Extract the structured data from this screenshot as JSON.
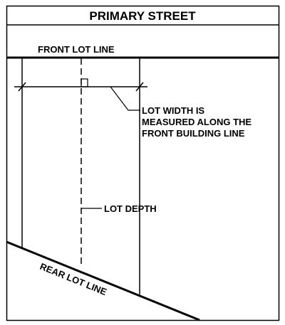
{
  "diagram": {
    "street_label": "PRIMARY STREET",
    "front_lot_line_label": "FRONT LOT LINE",
    "lot_width_note": {
      "line1": "LOT WIDTH IS",
      "line2": "MEASURED ALONG THE",
      "line3": "FRONT BUILDING LINE"
    },
    "lot_depth_label": "LOT DEPTH",
    "rear_lot_line_label": "REAR LOT LINE"
  }
}
